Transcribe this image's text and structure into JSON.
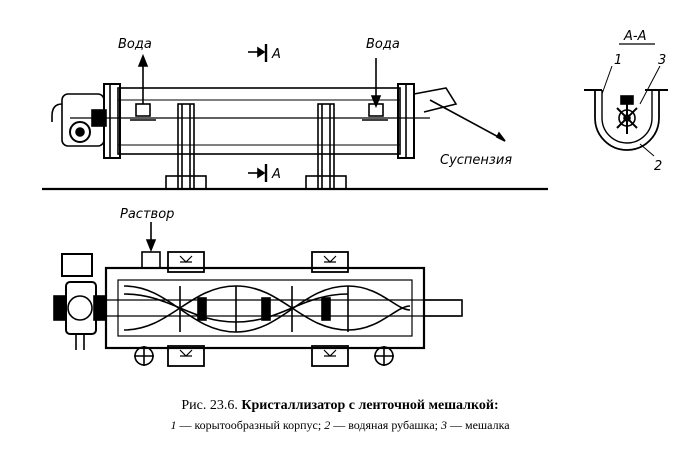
{
  "labels": {
    "water_in": "Вода",
    "water_out": "Вода",
    "section_top": "А",
    "section_bottom": "А",
    "suspension": "Суспензия",
    "solution": "Раствор",
    "section_view": "А-А",
    "part1": "1",
    "part2": "2",
    "part3": "3"
  },
  "caption": {
    "prefix": "Рис. 23.6.",
    "title": "Кристаллизатор с ленточной мешалкой:",
    "n1": "1",
    "t1": " — корытообразный корпус; ",
    "n2": "2",
    "t2": " — водяная рубашка; ",
    "n3": "3",
    "t3": " — мешалка"
  }
}
